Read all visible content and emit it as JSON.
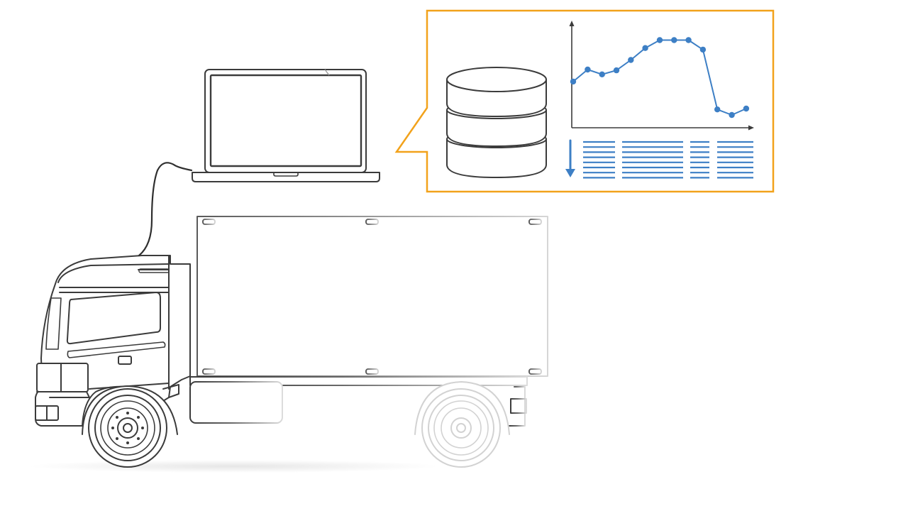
{
  "colors": {
    "accent_border": "#f2a21b",
    "chart_blue": "#3d7fc5",
    "line_dark": "#3b3b3b",
    "line_faded": "#c8c8c8",
    "background": "#ffffff"
  },
  "icons": {
    "laptop": "laptop-icon",
    "database": "database-icon",
    "truck": "truck-illustration",
    "cable": "cable-connector",
    "download_arrow": "arrow-down-icon"
  },
  "chart_data": {
    "type": "line",
    "x": [
      1,
      2,
      3,
      4,
      5,
      6,
      7,
      8,
      9,
      10,
      11,
      12,
      13
    ],
    "series": [
      {
        "values": [
          58,
          73,
          67,
          72,
          85,
          100,
          110,
          110,
          110,
          98,
          23,
          16,
          24
        ]
      }
    ],
    "ylim": [
      0,
      130
    ],
    "xlim": [
      0.9,
      13.4
    ],
    "axis_arrows": true,
    "grid": false,
    "legend": false
  },
  "data_table": {
    "columns": 4,
    "rows": 8,
    "sort_direction": "descending"
  }
}
